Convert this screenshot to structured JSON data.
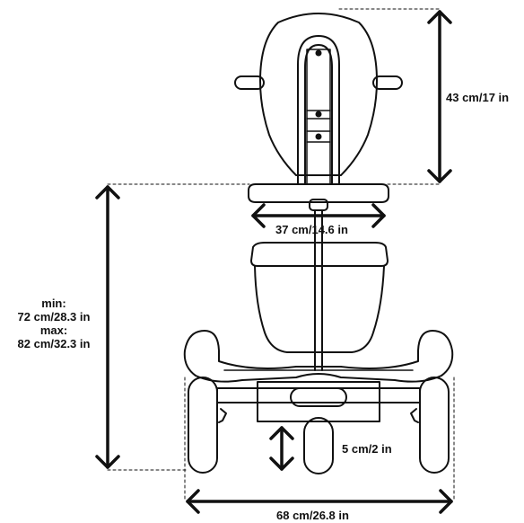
{
  "dimensions": {
    "backrest_height": "43 cm/17 in",
    "seat_width": "37 cm/14.6 in",
    "seat_height_min_label": "min:",
    "seat_height_min_value": "72 cm/28.3 in",
    "seat_height_max_label": "max:",
    "seat_height_max_value": "82 cm/32.3 in",
    "ground_clearance": "5 cm/2 in",
    "overall_width": "68 cm/26.8 in"
  }
}
